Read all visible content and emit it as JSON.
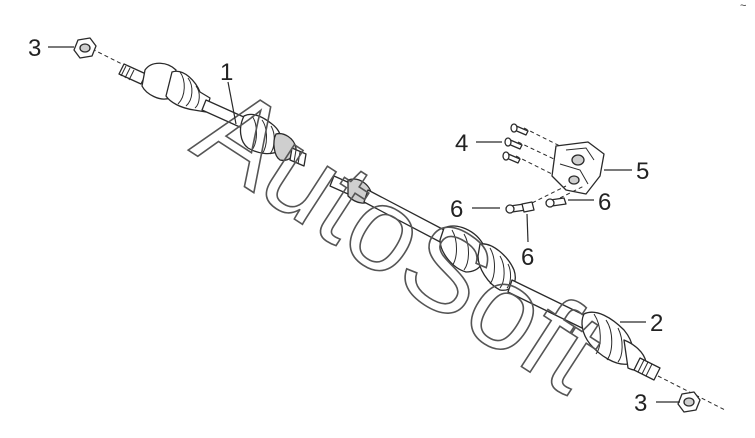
{
  "corner_mark": "~",
  "watermark": "AutoSoft",
  "callouts": {
    "c1": "1",
    "c2": "2",
    "c3_top": "3",
    "c3_bottom": "3",
    "c4": "4",
    "c5": "5",
    "c6_left": "6",
    "c6_right": "6",
    "c6_below": "6"
  }
}
